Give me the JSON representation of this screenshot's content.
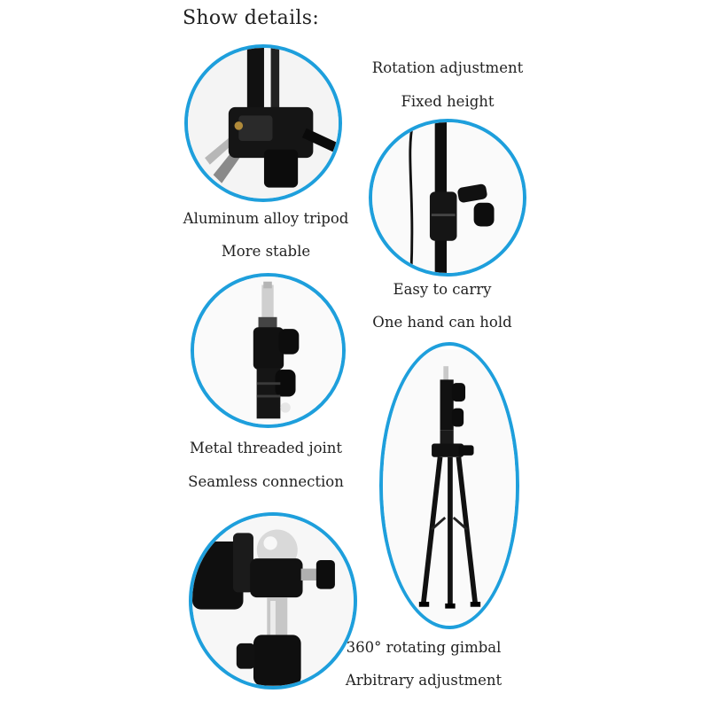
{
  "page": {
    "title": "Show details:"
  },
  "details": [
    {
      "lines": [
        "Rotation adjustment",
        "Fixed height"
      ]
    },
    {
      "lines": [
        "Aluminum alloy tripod",
        "More stable"
      ]
    },
    {
      "lines": [
        "Easy to carry",
        "One hand can hold"
      ]
    },
    {
      "lines": [
        "Metal threaded joint",
        "Seamless connection"
      ]
    },
    {
      "lines": [
        "360° rotating gimbal",
        "Arbitrary adjustment"
      ]
    }
  ],
  "colors": {
    "ring": "#1e9fdc",
    "metal": "#0d0d0d",
    "text": "#222222"
  }
}
